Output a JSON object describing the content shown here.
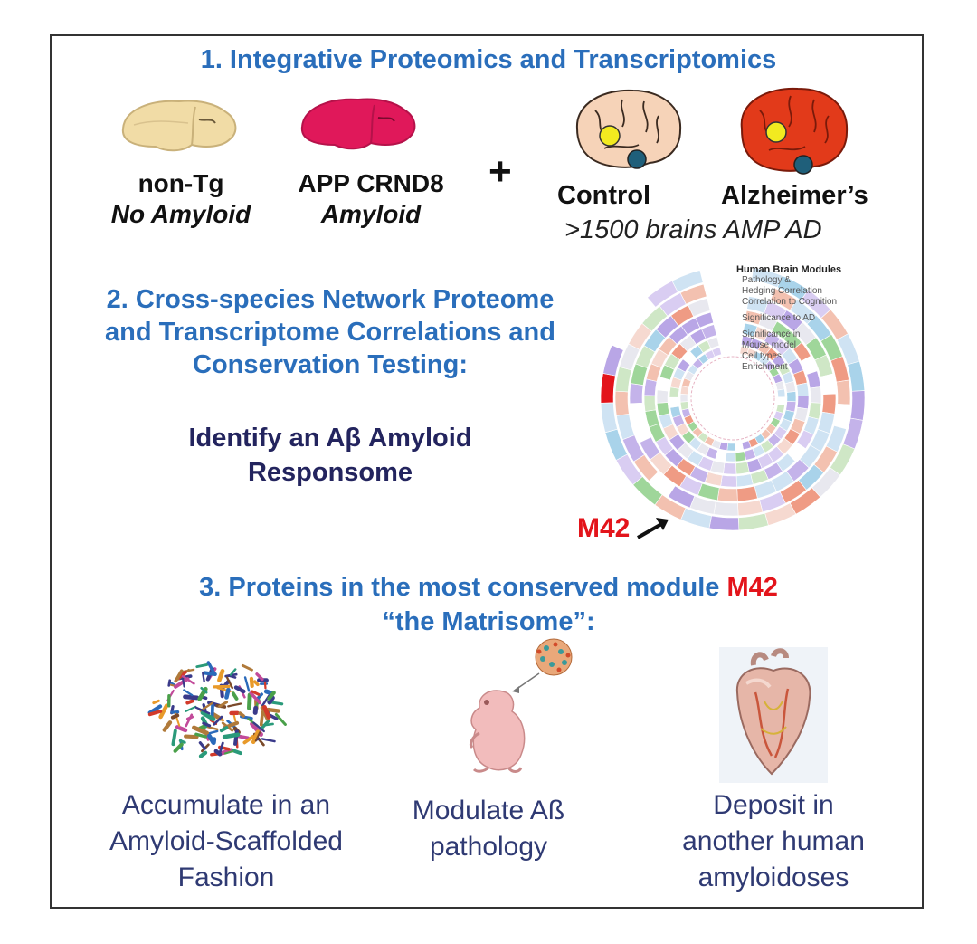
{
  "section1": {
    "title": "1. Integrative Proteomics and Transcriptomics",
    "mouse_nontg": {
      "line1": "non-Tg",
      "line2": "No Amyloid"
    },
    "mouse_app": {
      "line1": "APP CRND8",
      "line2": "Amyloid"
    },
    "plus": "+",
    "human_control": "Control",
    "human_ad": "Alzheimer’s",
    "cohort_note": ">1500 brains AMP AD"
  },
  "section2": {
    "title_line1": "2. Cross-species Network Proteome",
    "title_line2": "and Transcriptome Correlations and",
    "title_line3": "Conservation Testing:",
    "subtitle_line1": "Identify an Aβ Amyloid",
    "subtitle_line2": "Responsome",
    "circos_legend": {
      "title": "Human Brain Modules",
      "rows": [
        "Pathology &",
        "Hedging Correlation",
        "Correlation to Cognition",
        "Significance to AD",
        "Significance in Mouse model",
        "Cell types",
        "Enrichment"
      ]
    },
    "module_label": "M42"
  },
  "section3": {
    "title_line1_pre": "3. Proteins in the most conserved module ",
    "title_line1_module": "M42",
    "title_line2": "“the Matrisome”:",
    "captions": [
      {
        "lines": [
          "Accumulate in an",
          "Amyloid-Scaffolded",
          "Fashion"
        ]
      },
      {
        "lines": [
          "Modulate Aß",
          "pathology"
        ]
      },
      {
        "lines": [
          "Deposit in",
          "another human",
          "amyloidoses"
        ]
      }
    ]
  },
  "colors": {
    "title_blue": "#2a6ebb",
    "navy": "#23245e",
    "module_red": "#e3141b",
    "ad_brain": "#e23a1a",
    "app_brain": "#e0185a",
    "nontg_brain": "#f1dca6",
    "control_brain": "#f6d3b8"
  }
}
